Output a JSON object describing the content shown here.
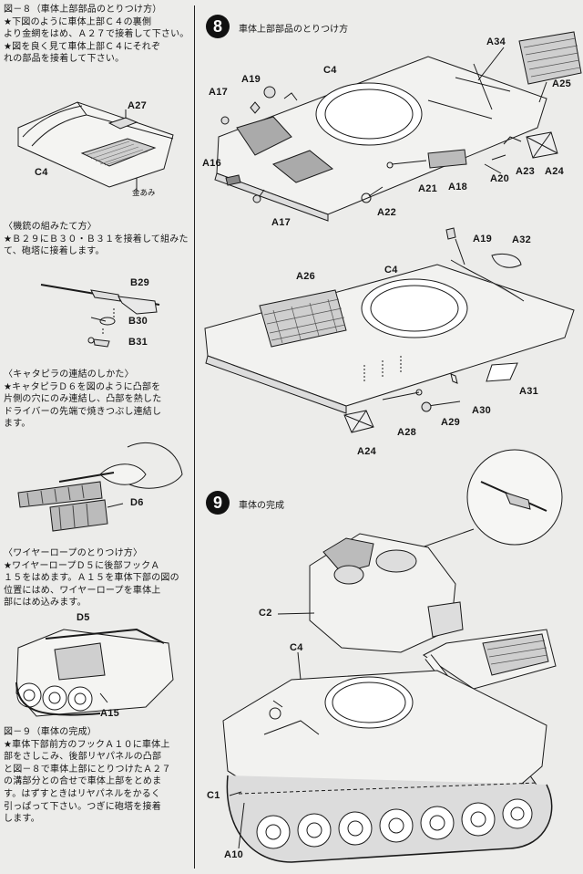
{
  "left": {
    "fig8_instructions": [
      "図－８（車体上部部品のとりつけ方）",
      "★下図のように車体上部Ｃ４の裏側",
      "より金網をはめ、Ａ２７で接着して下さい。",
      "★図を良く見て車体上部Ｃ４にそれぞ",
      "れの部品を接着して下さい。"
    ],
    "fig8_labels": {
      "a27": "A27",
      "c4": "C4",
      "mesh": "金あみ"
    },
    "gun": [
      "〈機銃の組みたて方〉",
      "★Ｂ２９にＢ３０・Ｂ３１を接着して組みた",
      "て、砲塔に接着します。"
    ],
    "gun_labels": {
      "b29": "B29",
      "b30": "B30",
      "b31": "B31"
    },
    "track": [
      "〈キャタピラの連結のしかた〉",
      "★キャタピラＤ６を図のように凸部を",
      "片側の穴にのみ連結し、凸部を熱した",
      "ドライバーの先端で焼きつぶし連結し",
      "ます。"
    ],
    "track_labels": {
      "d6": "D6"
    },
    "wire": [
      "〈ワイヤーロープのとりつけ方〉",
      "★ワイヤーロープＤ５に後部フックＡ",
      "１５をはめます。Ａ１５を車体下部の図の",
      "位置にはめ、ワイヤーロープを車体上",
      "部にはめ込みます。"
    ],
    "wire_labels": {
      "d5": "D5",
      "a15": "A15"
    },
    "fig9_instructions": [
      "図－９（車体の完成）",
      "★車体下部前方のフックＡ１０に車体上",
      "部をさしこみ、後部リヤパネルの凸部",
      "と図－８で車体上部にとりつけたＡ２７",
      "の溝部分との合せで車体上部をとめま",
      "す。はずすときはリヤパネルをかるく",
      "引っぱって下さい。つぎに砲塔を接着",
      "します。"
    ]
  },
  "step8": {
    "number": "8",
    "title": "車体上部部品のとりつけ方",
    "labels": {
      "a34": "A34",
      "c4_top": "C4",
      "a19_top": "A19",
      "a17_top": "A17",
      "a25": "A25",
      "a16": "A16",
      "a23": "A23",
      "a24_top": "A24",
      "a20": "A20",
      "a21": "A21",
      "a18": "A18",
      "a22": "A22",
      "a17_bottom": "A17",
      "a19_mid": "A19",
      "a32": "A32",
      "a26": "A26",
      "c4_mid": "C4",
      "a31": "A31",
      "a30": "A30",
      "a29": "A29",
      "a28": "A28",
      "a24_bottom": "A24"
    }
  },
  "step9": {
    "number": "9",
    "title": "車体の完成",
    "labels": {
      "c2": "C2",
      "c4": "C4",
      "c1": "C1",
      "a10": "A10"
    }
  }
}
